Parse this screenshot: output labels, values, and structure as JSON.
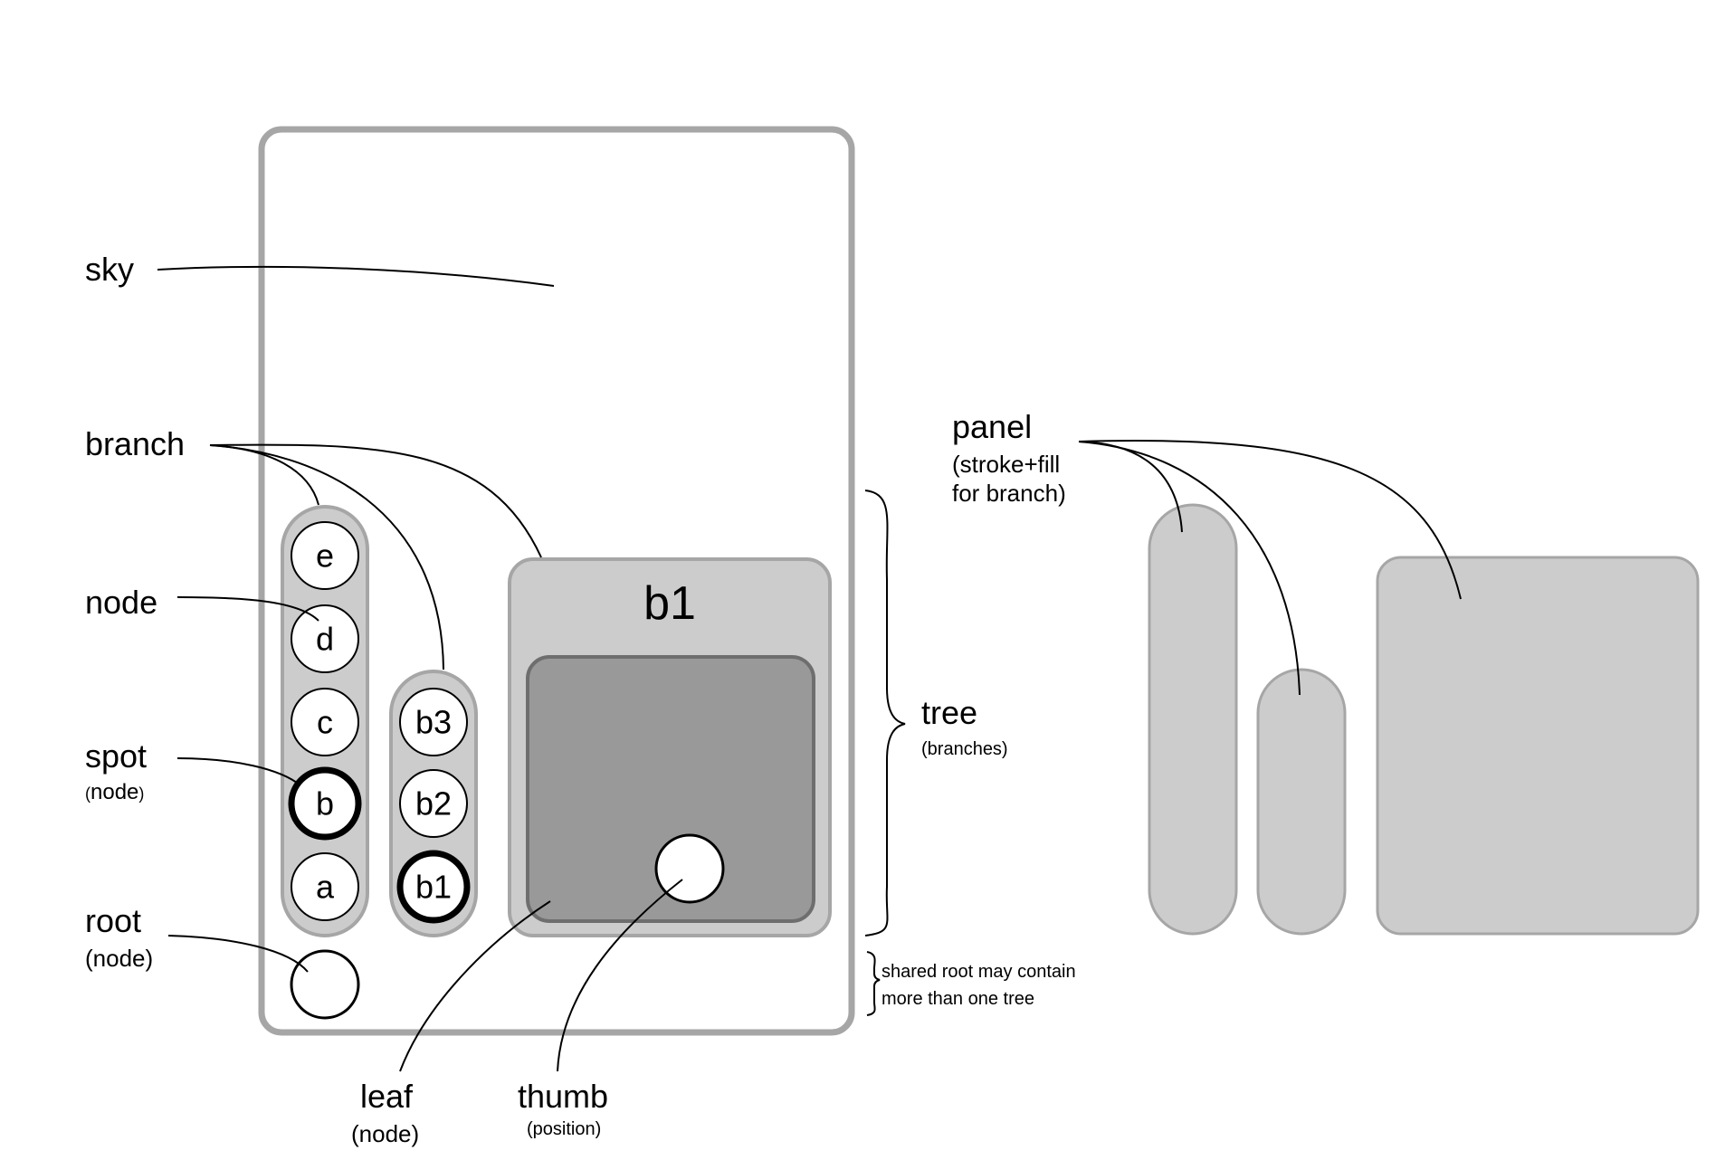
{
  "labels": {
    "sky": "sky",
    "branch": "branch",
    "node": "node",
    "spot": "spot",
    "spot_sub_open": "(",
    "spot_sub": "node",
    "spot_sub_close": ")",
    "root": "root",
    "root_sub": "(node)",
    "leaf": "leaf",
    "leaf_sub": "(node)",
    "thumb": "thumb",
    "thumb_sub": "(position)",
    "tree": "tree",
    "tree_sub": "(branches)",
    "panel": "panel",
    "panel_sub_1": "(stroke+fill",
    "panel_sub_2": "for branch)",
    "shared_root_1": "shared root may contain",
    "shared_root_2": "more than one tree"
  },
  "branch_abcde": {
    "nodes": [
      "e",
      "d",
      "c",
      "b",
      "a"
    ],
    "spot": "b"
  },
  "branch_b": {
    "nodes": [
      "b3",
      "b2",
      "b1"
    ],
    "spot": "b1"
  },
  "branch_leaf": {
    "title": "b1"
  },
  "colors": {
    "frame_stroke": "#a6a6a6",
    "panel_fill": "#cccccc",
    "panel_stroke": "#a6a6a6",
    "leaf_fill": "#999999",
    "leaf_stroke": "#6e6e6e",
    "node_fill": "#ffffff",
    "node_stroke": "#000000"
  }
}
